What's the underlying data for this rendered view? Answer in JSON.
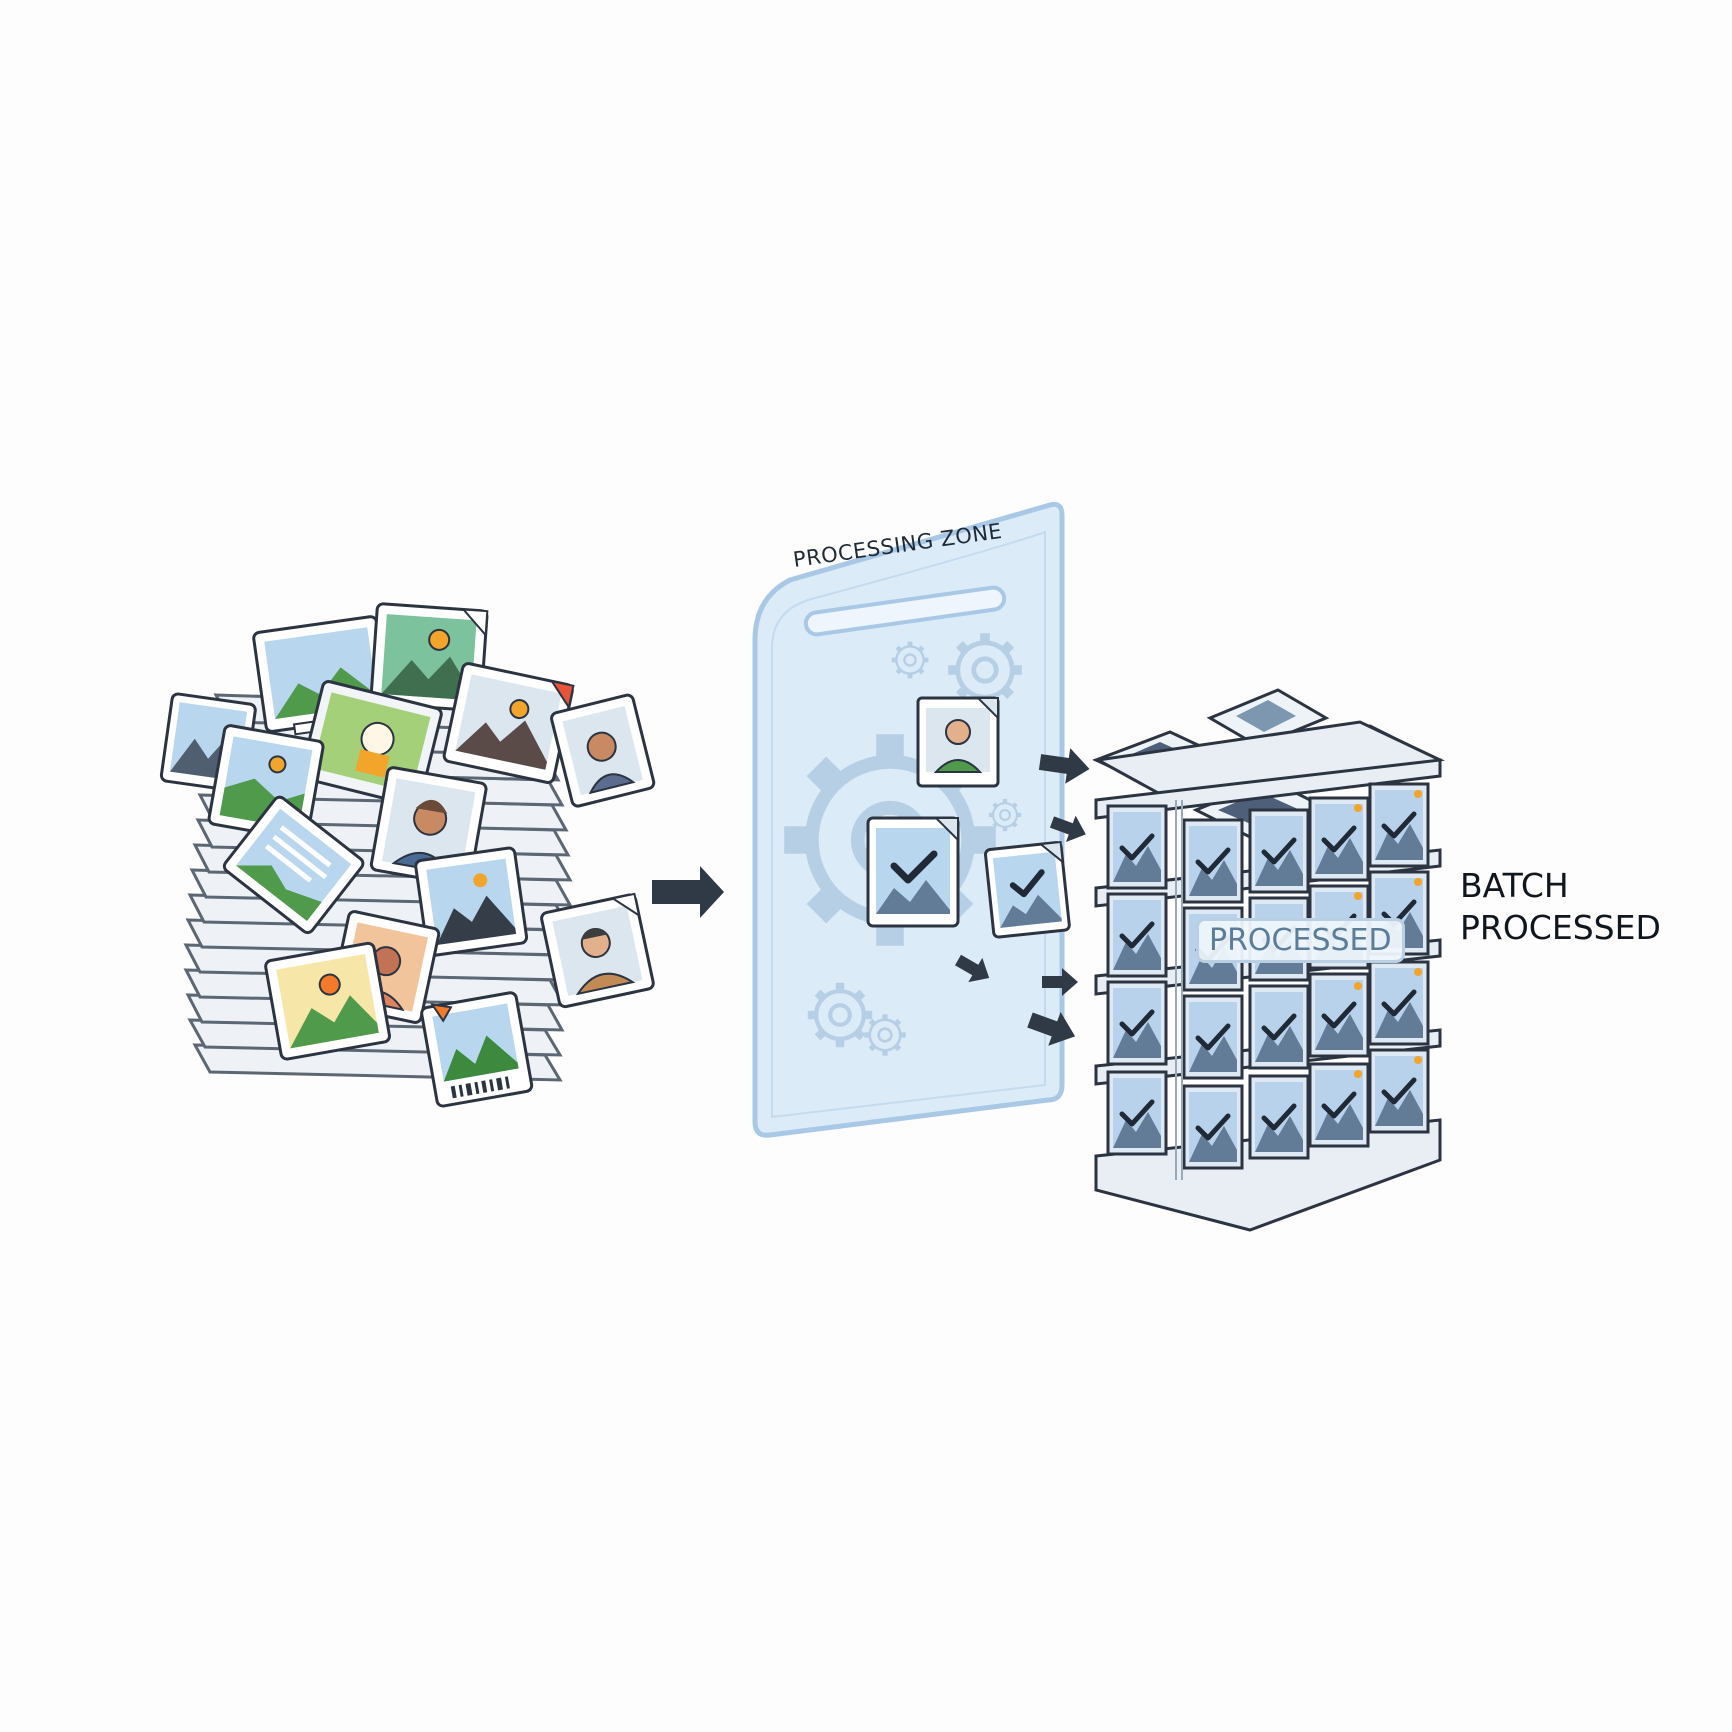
{
  "labels": {
    "processing_zone": "PROCESSING ZONE",
    "processed_tag": "PROCESSED",
    "batch_line1": "BATCH",
    "batch_line2": "PROCESSED"
  },
  "icons": {
    "input_pile": "image-file-pile",
    "flow_arrow": "arrow-right-icon",
    "gear": "gear-icon",
    "checked_file": "image-checkmark-icon",
    "output_stack": "processed-image-stack"
  },
  "colors": {
    "outline": "#2b3440",
    "panel": "#d6e8f7",
    "panel_border": "#a9c8e6",
    "photo_sky": "#b9d6ef",
    "mountain": "#5c7590",
    "green": "#5f9d47",
    "sun": "#f2a52a",
    "arrow": "#2f3a46"
  }
}
